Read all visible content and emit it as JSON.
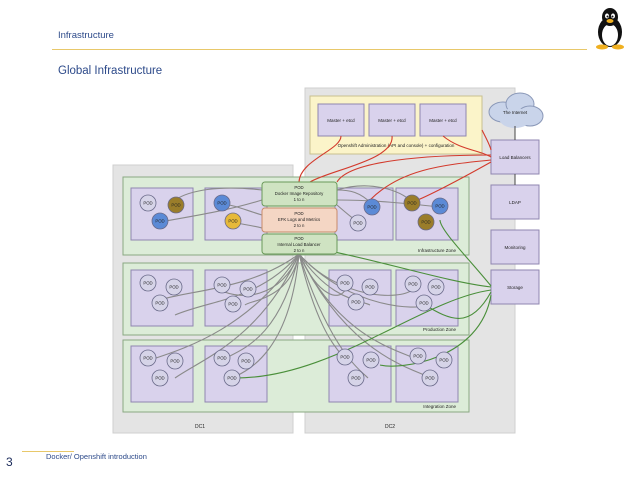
{
  "header": {
    "section": "Infrastructure",
    "title": "Global Infrastructure"
  },
  "footer": {
    "page_number": "3",
    "text": "Docker/ Openshift introduction"
  },
  "diagram": {
    "masters": [
      "Master + etcd",
      "Master + etcd",
      "Master + etcd"
    ],
    "master_caption": "Openshift Administration (API and console) + configuration",
    "internet": "The Internet",
    "side_boxes": [
      "Load Balancers",
      "LDAP",
      "Monitoring",
      "Storage"
    ],
    "pod_label": "POD",
    "center_pods": [
      {
        "title": "POD",
        "line1": "Docker Image Repository",
        "line2": "1 to n"
      },
      {
        "title": "POD",
        "line1": "EFK Logs and Metrics",
        "line2": "2 to n"
      },
      {
        "title": "POD",
        "line1": "Internal Load Balancer",
        "line2": "2 to n"
      }
    ],
    "zones": [
      "Infrastructure Zone",
      "Production Zone",
      "Integration Zone"
    ],
    "dc_labels": [
      "DC1",
      "DC2"
    ]
  },
  "colors": {
    "accent": "#2d4a8a",
    "rule": "#e8c86a",
    "zone_fill": "#dcecd8",
    "node_fill": "#d9d2ec",
    "pod_blue": "#5b8ad6",
    "pod_gray": "#d6d4e8",
    "pod_yellow": "#e6b93a",
    "pod_olive": "#9a7d2a",
    "link_red": "#d33a2c",
    "link_green": "#4a8f3a"
  }
}
